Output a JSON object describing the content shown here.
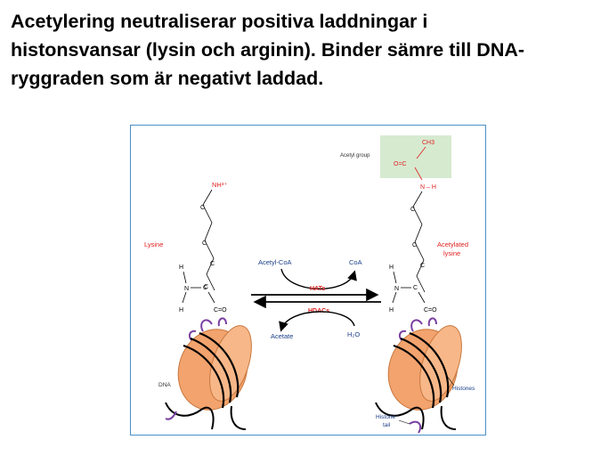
{
  "slide": {
    "heading_lines": [
      "Acetylering neutraliserar positiva laddningar i",
      "histonsvansar (lysin och arginin). Binder sämre till DNA-",
      "ryggraden som är negativt laddad."
    ]
  },
  "figure": {
    "labels": {
      "lysine": "Lysine",
      "acetylated_lysine_1": "Acetylated",
      "acetylated_lysine_2": "lysine",
      "acetyl_group": "Acetyl group",
      "acetyl_coa": "Acetyl-CoA",
      "coa": "CoA",
      "hats": "HATs",
      "hdacs": "HDACs",
      "acetate": "Acetate",
      "water": "H₂O",
      "dna": "DNA",
      "histones": "Histones",
      "histone_tail_1": "Histone",
      "histone_tail_2": "tail"
    },
    "atoms": {
      "nh3": "NH³⁺",
      "c": "C",
      "n": "N",
      "h": "H",
      "o": "O",
      "ch3": "CH3",
      "co": "O=C",
      "nh": "N – H",
      "carbonyl": "C=O"
    },
    "colors": {
      "panel_border": "#4a90c8",
      "red": "#e02020",
      "nucleosome": "#f2a36e",
      "tail": "#7a3fa0",
      "acetyl_box": "#d6ead0"
    }
  }
}
